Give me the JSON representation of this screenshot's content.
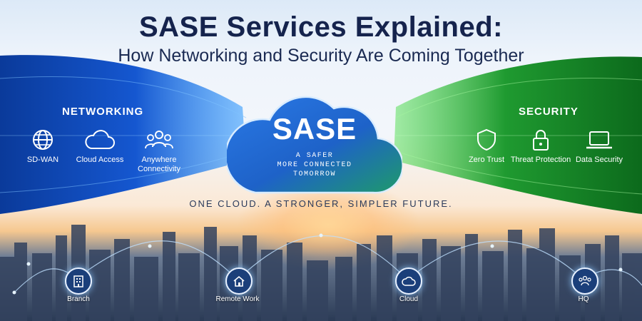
{
  "header": {
    "title": "SASE Services Explained:",
    "subtitle": "How Networking and Security Are Coming Together"
  },
  "networking": {
    "heading": "NETWORKING",
    "color": "#1f5fd6",
    "items": [
      {
        "icon": "globe-icon",
        "label": "SD-WAN"
      },
      {
        "icon": "cloud-icon",
        "label": "Cloud Access"
      },
      {
        "icon": "users-icon",
        "label": "Anywhere Connectivity"
      }
    ]
  },
  "security": {
    "heading": "SECURITY",
    "color": "#2e9b3a",
    "items": [
      {
        "icon": "shield-icon",
        "label": "Zero Trust"
      },
      {
        "icon": "lock-icon",
        "label": "Threat Protection"
      },
      {
        "icon": "laptop-icon",
        "label": "Data Security"
      }
    ]
  },
  "center": {
    "title": "SASE",
    "tagline": [
      "A SAFER",
      "MORE CONNECTED",
      "TOMORROW"
    ]
  },
  "motto": "ONE CLOUD. A STRONGER, SIMPLER FUTURE.",
  "locations": [
    {
      "icon": "building-icon",
      "label": "Branch"
    },
    {
      "icon": "home-icon",
      "label": "Remote Work"
    },
    {
      "icon": "cloud-icon",
      "label": "Cloud"
    },
    {
      "icon": "users-icon",
      "label": "HQ"
    }
  ]
}
